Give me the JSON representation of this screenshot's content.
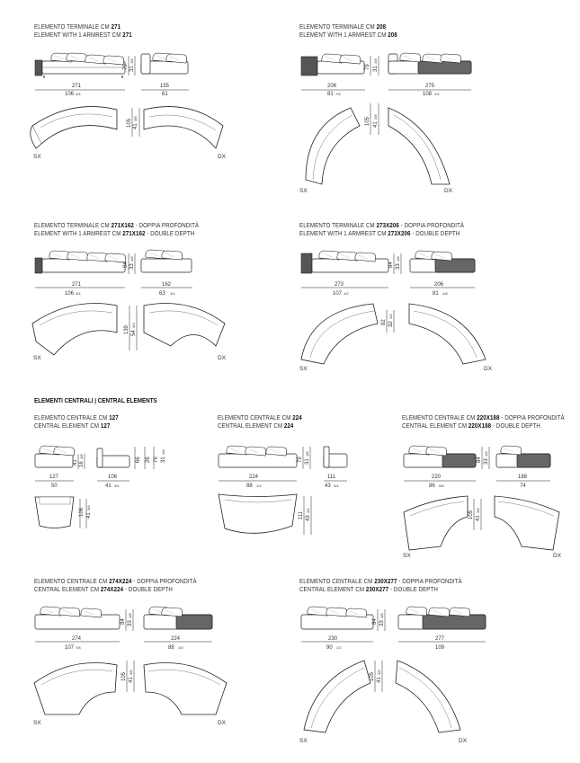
{
  "section_title": "ELEMENTI CENTRALI | CENTRAL ELEMENTS",
  "blocks": [
    {
      "title_it": "ELEMENTO TERMINALE CM ",
      "title_it_b": "271",
      "title_it_c": "",
      "title_en": "ELEMENT WITH 1 ARMREST CM ",
      "title_en_b": "271",
      "title_en_c": "",
      "w1": "271",
      "w1in": "106",
      "w1f": "3/4",
      "w2": "155",
      "w2in": "61",
      "h": "79",
      "hin": "31",
      "hf": "1/8",
      "d": "105",
      "din": "41",
      "df": "3/8",
      "sx": "SX",
      "dx": "DX"
    },
    {
      "title_it": "ELEMENTO TERMINALE CM ",
      "title_it_b": "208",
      "title_it_c": "",
      "title_en": "ELEMENT WITH 1 ARMREST CM ",
      "title_en_b": "208",
      "title_en_c": "",
      "w1": "208",
      "w1in": "81",
      "w1f": "7/8",
      "w2": "275",
      "w2in": "108",
      "w2f": "1/4",
      "h": "79",
      "hin": "31",
      "hf": "1/8",
      "d": "105",
      "din": "41",
      "df": "3/8",
      "sx": "SX",
      "dx": "DX"
    },
    {
      "title_it": "ELEMENTO TERMINALE CM ",
      "title_it_b": "271X162",
      "title_it_c": " - DOPPIA PROFONDITÀ",
      "title_en": "ELEMENT WITH 1 ARMREST CM ",
      "title_en_b": "271X162",
      "title_en_c": " - DOUBLE DEPTH",
      "w1": "271",
      "w1in": "106",
      "w1f": "3/4",
      "w2": "162",
      "w2in": "63",
      "w2f": "3/4",
      "h": "84",
      "hin": "33",
      "hf": "1/8",
      "d": "139",
      "din": "54",
      "df": "3/4",
      "sx": "SX",
      "dx": "DX"
    },
    {
      "title_it": "ELEMENTO TERMINALE CM ",
      "title_it_b": "273X206",
      "title_it_c": " - DOPPIA PROFONDITÀ",
      "title_en": "ELEMENT WITH 1 ARMREST CM ",
      "title_en_b": "273X206",
      "title_en_c": " - DOUBLE DEPTH",
      "w1": "273",
      "w1in": "107",
      "w1f": "1/2",
      "w2": "206",
      "w2in": "81",
      "w2f": "1/8",
      "h": "84",
      "hin": "33",
      "hf": "1/8",
      "d": "82",
      "din": "32",
      "df": "1/4",
      "sx": "SX",
      "dx": "DX"
    },
    {
      "title_it": "ELEMENTO CENTRALE CM ",
      "title_it_b": "127",
      "title_it_c": "",
      "title_en": "CENTRAL ELEMENT CM ",
      "title_en_b": "127",
      "title_en_c": "",
      "w1": "127",
      "w1in": "50",
      "w2": "106",
      "w2in": "41",
      "w2f": "3/4",
      "h1": "41",
      "h1in": "16",
      "h1f": "1/8",
      "h2": "66",
      "h2in": "26",
      "h3": "79",
      "h3in": "31",
      "h3f": "1/8",
      "d": "106",
      "din": "41",
      "df": "3/4"
    },
    {
      "title_it": "ELEMENTO CENTRALE CM ",
      "title_it_b": "224",
      "title_it_c": "",
      "title_en": "CENTRAL ELEMENT CM ",
      "title_en_b": "224",
      "title_en_c": "",
      "w1": "224",
      "w1in": "88",
      "w1f": "1/4",
      "w2": "111",
      "w2in": "43",
      "w2f": "3/4",
      "h": "79",
      "hin": "31",
      "hf": "1/8",
      "d": "111",
      "din": "43",
      "df": "3/4"
    },
    {
      "title_it": "ELEMENTO CENTRALE CM ",
      "title_it_b": "220X188",
      "title_it_c": " - DOPPIA PROFONDITÀ",
      "title_en": "CENTRAL ELEMENT CM ",
      "title_en_b": "220X188",
      "title_en_c": " - DOUBLE DEPTH",
      "w1": "220",
      "w1in": "86",
      "w1f": "5/8",
      "w2": "188",
      "w2in": "74",
      "h": "84",
      "hin": "33",
      "hf": "1/8",
      "d": "105",
      "din": "41",
      "df": "3/8",
      "sx": "SX",
      "dx": "DX"
    },
    {
      "title_it": "ELEMENTO CENTRALE CM ",
      "title_it_b": "274X224",
      "title_it_c": " - DOPPIA PROFONDITÀ",
      "title_en": "CENTRAL ELEMENT CM ",
      "title_en_b": "274X224",
      "title_en_c": " - DOUBLE DEPTH",
      "w1": "274",
      "w1in": "107",
      "w1f": "7/8",
      "w2": "224",
      "w2in": "88",
      "w2f": "1/4",
      "h": "84",
      "hin": "33",
      "hf": "1/8",
      "d": "105",
      "din": "41",
      "df": "3/8",
      "sx": "SX",
      "dx": "DX"
    },
    {
      "title_it": "ELEMENTO CENTRALE CM ",
      "title_it_b": "230X277",
      "title_it_c": " - DOPPIA PROFONDITÀ",
      "title_en": "CENTRAL ELEMENT CM ",
      "title_en_b": "230X277",
      "title_en_c": " - DOUBLE DEPTH",
      "w1": "230",
      "w1in": "90",
      "w1f": "1/2",
      "w2": "277",
      "w2in": "109",
      "h": "84",
      "hin": "33",
      "hf": "1/8",
      "d": "105",
      "din": "41",
      "df": "3/8",
      "sx": "SX",
      "dx": "DX"
    }
  ]
}
